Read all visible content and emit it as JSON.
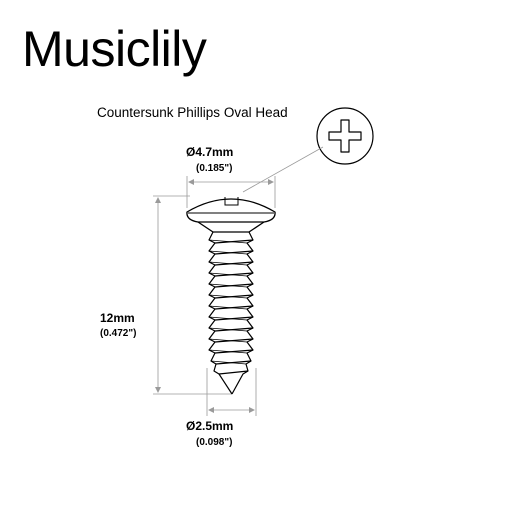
{
  "brand": {
    "name": "Musiclily"
  },
  "screw": {
    "head_type": "Countersunk Phillips Oval Head",
    "head_diameter": {
      "metric": "Ø4.7mm",
      "imperial": "(0.185\")"
    },
    "length": {
      "metric": "12mm",
      "imperial": "(0.472\")"
    },
    "shank_diameter": {
      "metric": "Ø2.5mm",
      "imperial": "(0.098\")"
    },
    "icons": {
      "phillips_head": "phillips-cross-icon"
    },
    "colors": {
      "line": "#000000",
      "dimension_line": "#9a9a9a",
      "background": "#ffffff"
    }
  }
}
